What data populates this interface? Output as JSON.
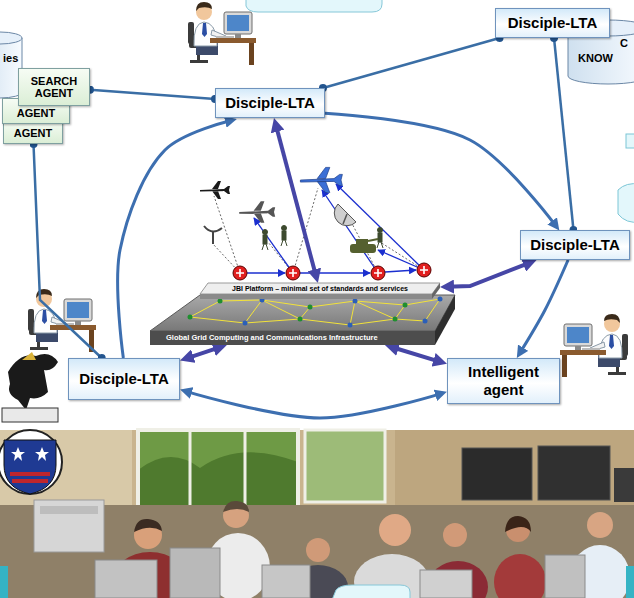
{
  "diagram": {
    "nodes": [
      {
        "text": [
          "Disciple-LTA"
        ]
      },
      {
        "text": [
          "SEARCH AGENT"
        ]
      },
      {
        "text": [
          "AGENT"
        ]
      },
      {
        "text": [
          "AGENT"
        ]
      },
      {
        "text": [
          "Disciple-LTA"
        ]
      },
      {
        "text": [
          "JBI Platform – minimal set of standards and services"
        ]
      },
      {
        "text": [
          "Global Grid Computing and Communications Infrastructure"
        ]
      },
      {
        "text": [
          "Disciple-LTA"
        ]
      },
      {
        "text": [
          "Disciple-LTA"
        ]
      },
      {
        "text": [
          "Intelligent agent"
        ]
      }
    ],
    "edges": [
      {
        "from": 4,
        "to": 1,
        "arrow": "none"
      },
      {
        "from": 4,
        "to": 0,
        "arrow": "none"
      },
      {
        "from": 0,
        "to": 7,
        "arrow": "none"
      },
      {
        "from": 3,
        "to": 8,
        "arrow": "none"
      },
      {
        "from": 4,
        "to": 7,
        "arrow": "to"
      },
      {
        "from": 7,
        "to": 9,
        "arrow": "to"
      },
      {
        "from": 9,
        "to": 8,
        "arrow": "both"
      },
      {
        "from": 8,
        "to": 4,
        "arrow": "to"
      },
      {
        "from": 4,
        "to": 5,
        "arrow": "both"
      },
      {
        "from": 7,
        "to": 5,
        "arrow": "both"
      },
      {
        "from": 9,
        "to": 6,
        "arrow": "both"
      },
      {
        "from": 8,
        "to": 6,
        "arrow": "both"
      }
    ],
    "labels": [
      "ies",
      "C",
      "KNOW"
    ]
  }
}
